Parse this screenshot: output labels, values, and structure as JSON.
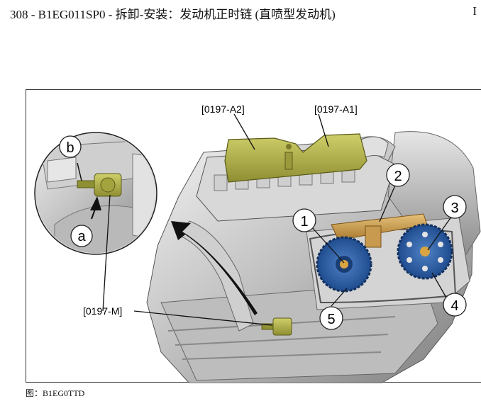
{
  "header": {
    "title": "308 - B1EG011SP0 - 拆卸-安装：发动机正时链 (直喷型发动机)",
    "page_marker": "I"
  },
  "figure": {
    "tool_labels": {
      "a2": "[0197-A2]",
      "a1": "[0197-A1]",
      "m": "[0197-M]"
    },
    "callouts": {
      "a": "a",
      "b": "b",
      "n1": "1",
      "n2": "2",
      "n3": "3",
      "n4": "4",
      "n5": "5"
    },
    "caption": "图：B1EG0TTD"
  }
}
